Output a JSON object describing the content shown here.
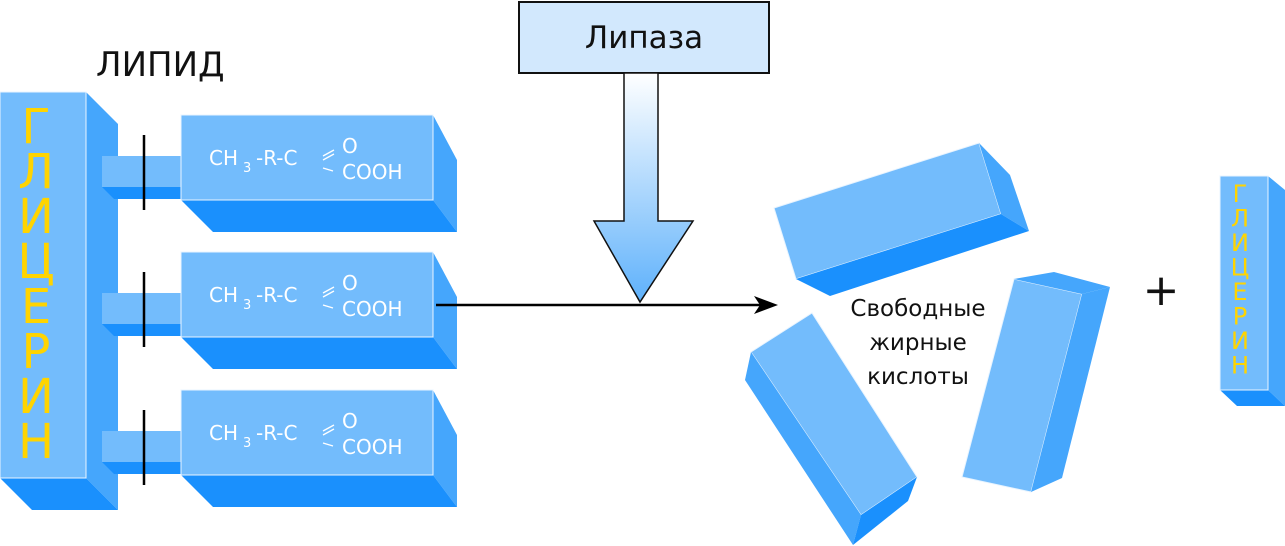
{
  "title": "ЛИПИД",
  "glycerol": {
    "label_letters": [
      "Г",
      "Л",
      "И",
      "Ц",
      "Е",
      "Р",
      "И",
      "Н"
    ]
  },
  "fatty_acids": [
    {
      "formula_main": "CH",
      "subscript": "3",
      "formula_rest": "-R-C",
      "top_group": "O",
      "bottom_group": "COOH"
    },
    {
      "formula_main": "CH",
      "subscript": "3",
      "formula_rest": "-R-C",
      "top_group": "O",
      "bottom_group": "COOH"
    },
    {
      "formula_main": "CH",
      "subscript": "3",
      "formula_rest": "-R-C",
      "top_group": "O",
      "bottom_group": "COOH"
    }
  ],
  "enzyme": {
    "label": "Липаза"
  },
  "products": {
    "caption_lines": [
      "Свободные",
      "жирные",
      "кислоты"
    ],
    "plus": "+",
    "glycerol_letters": [
      "Г",
      "Л",
      "И",
      "Ц",
      "Е",
      "Р",
      "И",
      "Н"
    ]
  },
  "colors": {
    "box_front": "#73bcfc",
    "box_side": "#45a6fc",
    "box_bottom": "#1a90fd",
    "glycerol_text": "#ffd400",
    "enzyme_box": "#d2e8fd"
  }
}
